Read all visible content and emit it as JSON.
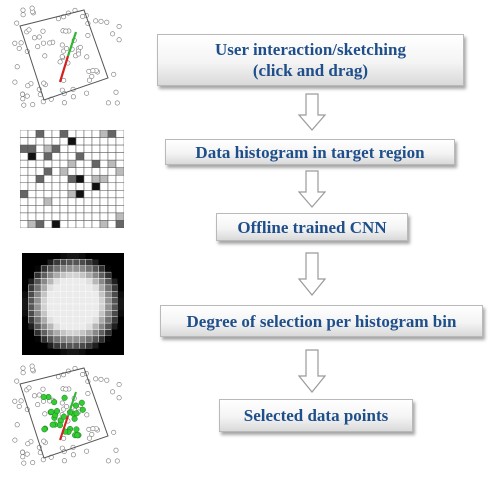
{
  "steps": [
    {
      "line1": "User interaction/sketching",
      "line2": "(click and drag)"
    },
    {
      "line1": "Data histogram in target region"
    },
    {
      "line1": "Offline trained CNN"
    },
    {
      "line1": "Degree of selection per histogram bin"
    },
    {
      "line1": "Selected data points"
    }
  ],
  "colors": {
    "box_text": "#1f4f8a",
    "stroke_green": "#2fb52f",
    "stroke_red": "#d42020",
    "point_selected": "#33cc33",
    "arrow_outline": "#9a9a9a"
  }
}
